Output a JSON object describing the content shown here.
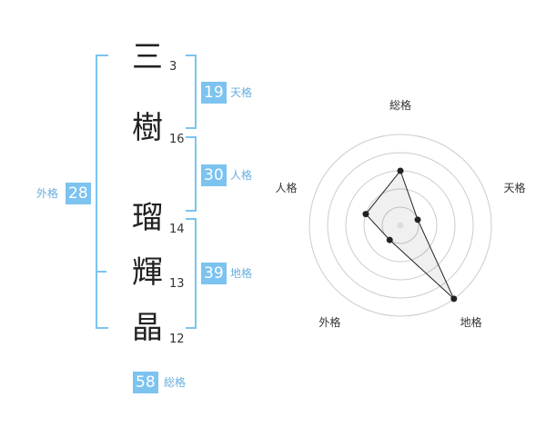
{
  "name": {
    "chars": [
      {
        "char": "三",
        "strokes": "3"
      },
      {
        "char": "樹",
        "strokes": "16"
      },
      {
        "char": "瑠",
        "strokes": "14"
      },
      {
        "char": "輝",
        "strokes": "13"
      },
      {
        "char": "晶",
        "strokes": "12"
      }
    ]
  },
  "kaku": {
    "tenkaku": {
      "label": "天格",
      "value": "19"
    },
    "jinkaku": {
      "label": "人格",
      "value": "30"
    },
    "chikaku": {
      "label": "地格",
      "value": "39"
    },
    "gaikaku": {
      "label": "外格",
      "value": "28"
    },
    "soukaku": {
      "label": "総格",
      "value": "58"
    }
  },
  "colors": {
    "accent": "#7cc3f0",
    "label_text": "#66aee0"
  },
  "chart_data": {
    "type": "radar",
    "axes": [
      "総格",
      "天格",
      "地格",
      "外格",
      "人格"
    ],
    "values": [
      3,
      1,
      5,
      1,
      2
    ],
    "max": 5,
    "grid": true
  }
}
